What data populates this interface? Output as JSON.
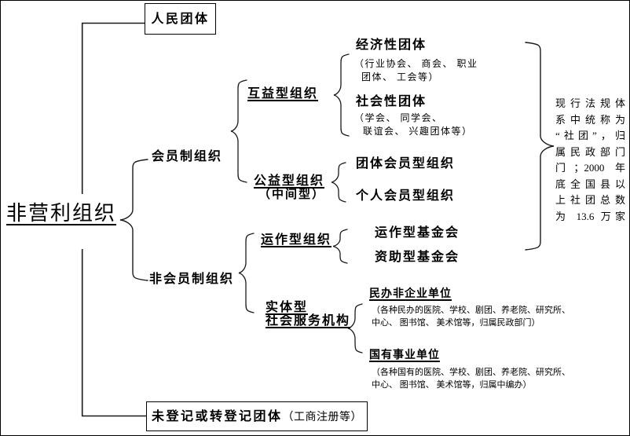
{
  "root_label": "非营利组织",
  "boxes": {
    "top": "人民团体",
    "bottom_main": "未登记或转登记团体",
    "bottom_note": "（工商注册等）"
  },
  "level1": {
    "membership": "会员制组织",
    "non_membership": "非会员制组织"
  },
  "level2": {
    "mutual": "互益型组织",
    "public": "公益型组织",
    "public_sub": "（中间型）",
    "operating": "运作型组织",
    "entity_line1": "实体型",
    "entity_line2": "社会服务机构"
  },
  "level3": {
    "economic": "经济性团体",
    "economic_note1": "（行业协会、 商会、 职业",
    "economic_note2": "团体、 工会等）",
    "social": "社会性团体",
    "social_note1": "（学会、 同学会、",
    "social_note2": "联谊会、 兴趣团体等）",
    "group_member": "团体会员型组织",
    "individual_member": "个人会员型组织",
    "operating_foundation": "运作型基金会",
    "grant_foundation": "资助型基金会",
    "minban": "民办非企业单位",
    "minban_note1": "（各种民办的医院、学校、剧团、养老院、研究所、",
    "minban_note2": "中心、 图书馆、 美术馆等，归属民政部门）",
    "state": "国有事业单位",
    "state_note1": "（各种国有的医院、学校、剧团、养老院、研究所、",
    "state_note2": "中心、 图书馆、 美术馆等，归属中编办）"
  },
  "annotation": {
    "lines": [
      "现行法规体",
      "系中统称为",
      "“社团”，归",
      "属民政部门",
      "门；2000 年",
      "底全国县以",
      "上社团总数",
      "为 13.6 万家"
    ]
  },
  "colors": {
    "background": "#ffffff",
    "line": "#1a1a1a",
    "text": "#000000"
  }
}
